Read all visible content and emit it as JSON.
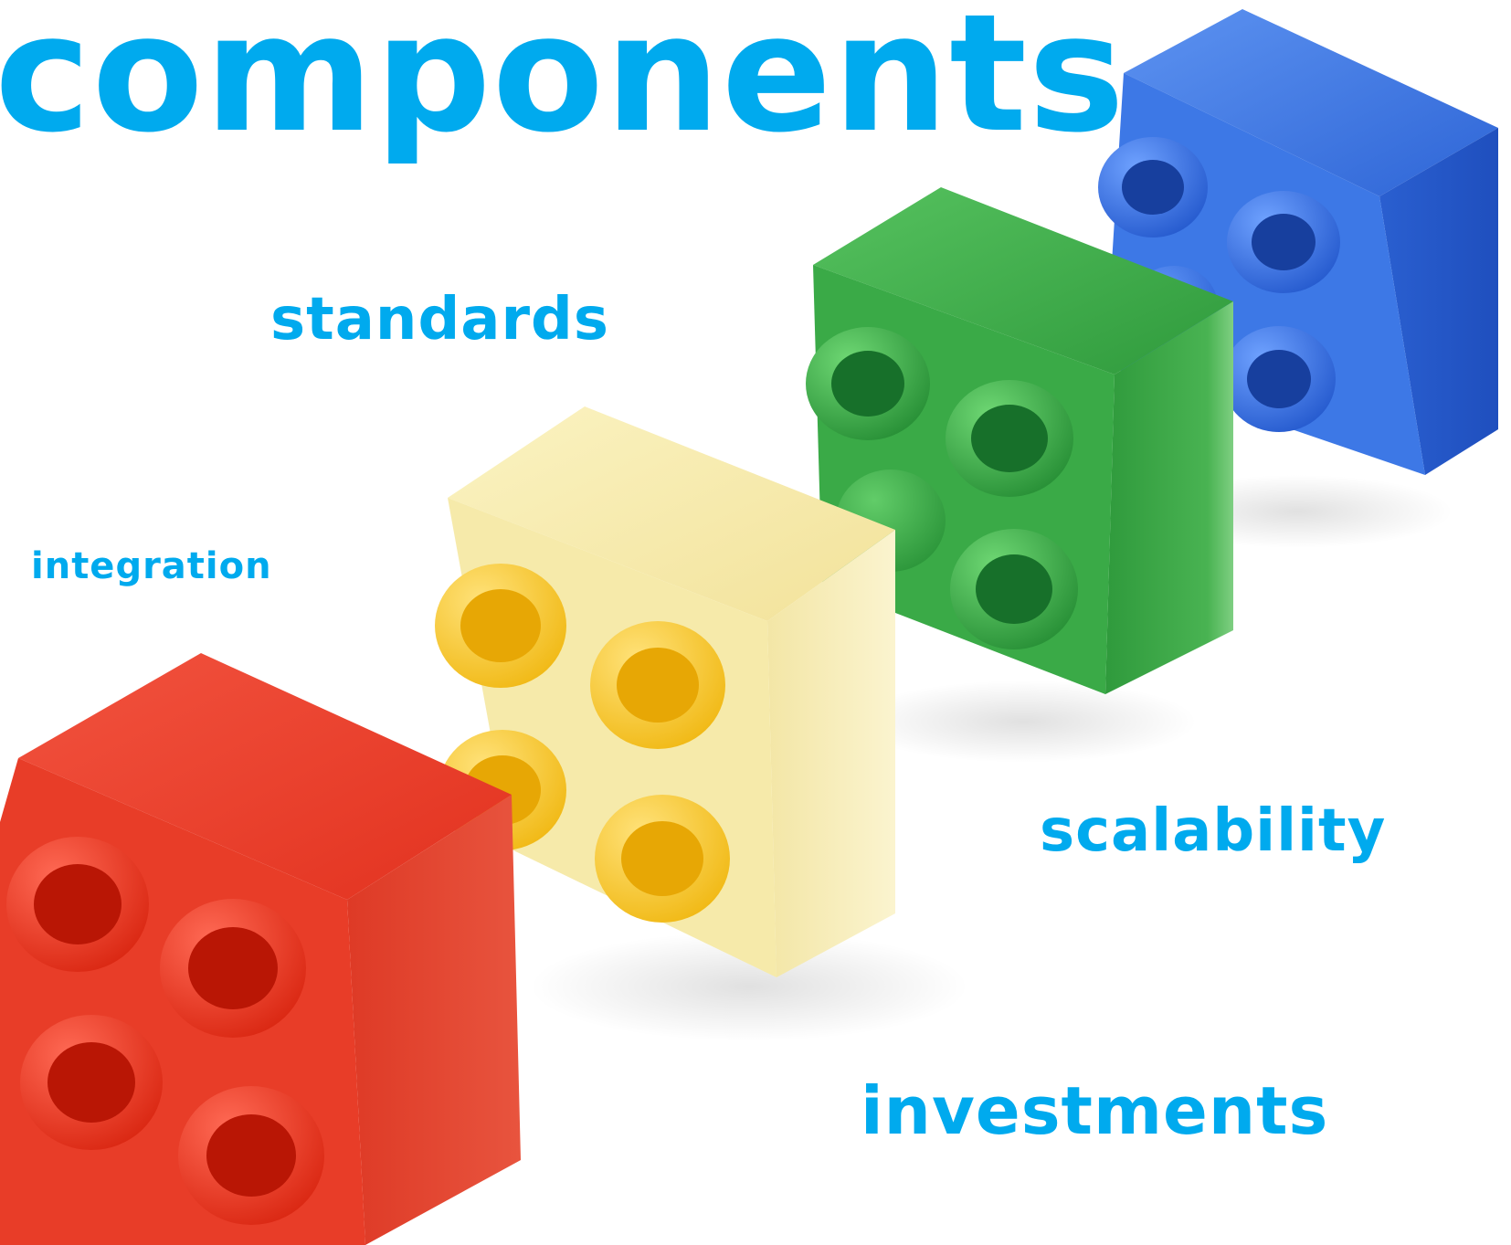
{
  "words": {
    "components": "components",
    "standards": "standards",
    "integration": "integration",
    "scalability": "scalability",
    "investments": "investments"
  },
  "colors": {
    "text": "#00aaee",
    "background": "#ffffff",
    "red": "#e8392a",
    "yellow": "#f6e9a4",
    "yellow_stud": "#f5c21a",
    "green": "#35a442",
    "blue": "#2f6fe0"
  },
  "image": {
    "subject": "four toy building bricks",
    "bricks": [
      "red-brick",
      "yellow-brick",
      "green-brick",
      "blue-brick"
    ]
  }
}
